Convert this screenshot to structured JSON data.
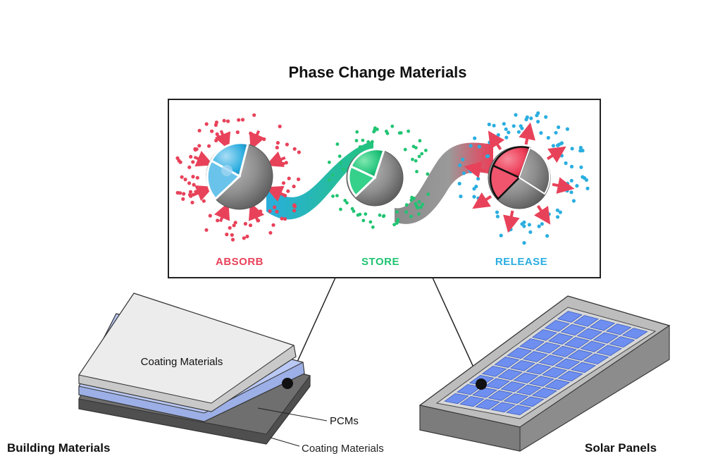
{
  "title": "Phase Change Materials",
  "stages": [
    {
      "label": "ABSORB",
      "color": "#e8425a"
    },
    {
      "label": "STORE",
      "color": "#20c472"
    },
    {
      "label": "RELEASE",
      "color": "#2aaee0"
    }
  ],
  "building": {
    "top_label": "Coating Materials",
    "middle_label": "PCMs",
    "bottom_label": "Coating Materials",
    "caption": "Building Materials"
  },
  "solar": {
    "caption": "Solar Panels"
  },
  "colors": {
    "absorb_core": "#2eaee0",
    "store_core": "#1fc27a",
    "release_core": "#ee3d58",
    "shell": "#8f8f8f",
    "panel_cell": "#6e8ff0",
    "pcm_layer": "#b9c8f4"
  }
}
